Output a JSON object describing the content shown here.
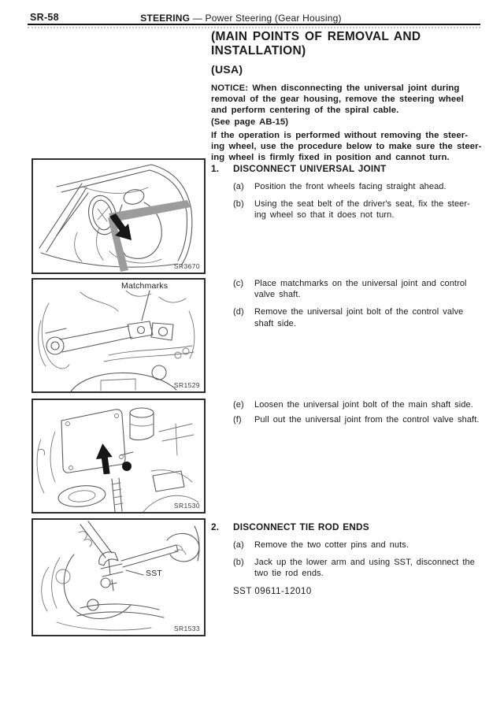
{
  "page": {
    "background": "#fefefe",
    "ink": "#1b1b1b"
  },
  "header": {
    "page_number": "SR-58",
    "section_title_bold": "STEERING",
    "section_title_rest": "— Power Steering (Gear Housing)"
  },
  "intro": {
    "title": "(MAIN POINTS OF REMOVAL AND\nINSTALLATION)",
    "market": "(USA)",
    "notice": "NOTICE: When disconnecting the universal joint during\nremoval of the gear housing, remove the steering wheel\nand perform centering of the spiral cable.\n(See page AB-15)",
    "notice2": "If the operation is performed without removing the steer-\ning wheel, use the procedure below to make sure the steer-\ning wheel is firmly fixed in position and cannot turn."
  },
  "procedure": {
    "section1": {
      "number": "1.",
      "title": "DISCONNECT UNIVERSAL JOINT",
      "steps_ab": [
        {
          "label": "(a)",
          "text": "Position the front wheels facing straight ahead."
        },
        {
          "label": "(b)",
          "text": "Using the seat belt of the driver's seat, fix the steer-\ning wheel so that it does not turn."
        }
      ],
      "steps_cd": [
        {
          "label": "(c)",
          "text": "Place matchmarks on the universal joint and control\nvalve shaft."
        },
        {
          "label": "(d)",
          "text": "Remove the universal joint bolt of the control valve\nshaft side."
        }
      ],
      "steps_ef": [
        {
          "label": "(e)",
          "text": "Loosen the universal joint bolt of the main shaft side."
        },
        {
          "label": "(f)",
          "text": "Pull out the universal joint from the control valve shaft."
        }
      ]
    },
    "section2": {
      "number": "2.",
      "title": "DISCONNECT TIE ROD ENDS",
      "steps": [
        {
          "label": "(a)",
          "text": "Remove the two cotter pins and nuts."
        },
        {
          "label": "(b)",
          "text": "Jack up the lower arm and using SST, disconnect the\ntwo tie rod ends."
        }
      ],
      "sst": "SST 09611-12010"
    }
  },
  "figures": [
    {
      "code": "SR3670"
    },
    {
      "code": "SR1529",
      "label": "Matchmarks"
    },
    {
      "code": "SR1530"
    },
    {
      "code": "SR1533",
      "label": "SST"
    }
  ]
}
